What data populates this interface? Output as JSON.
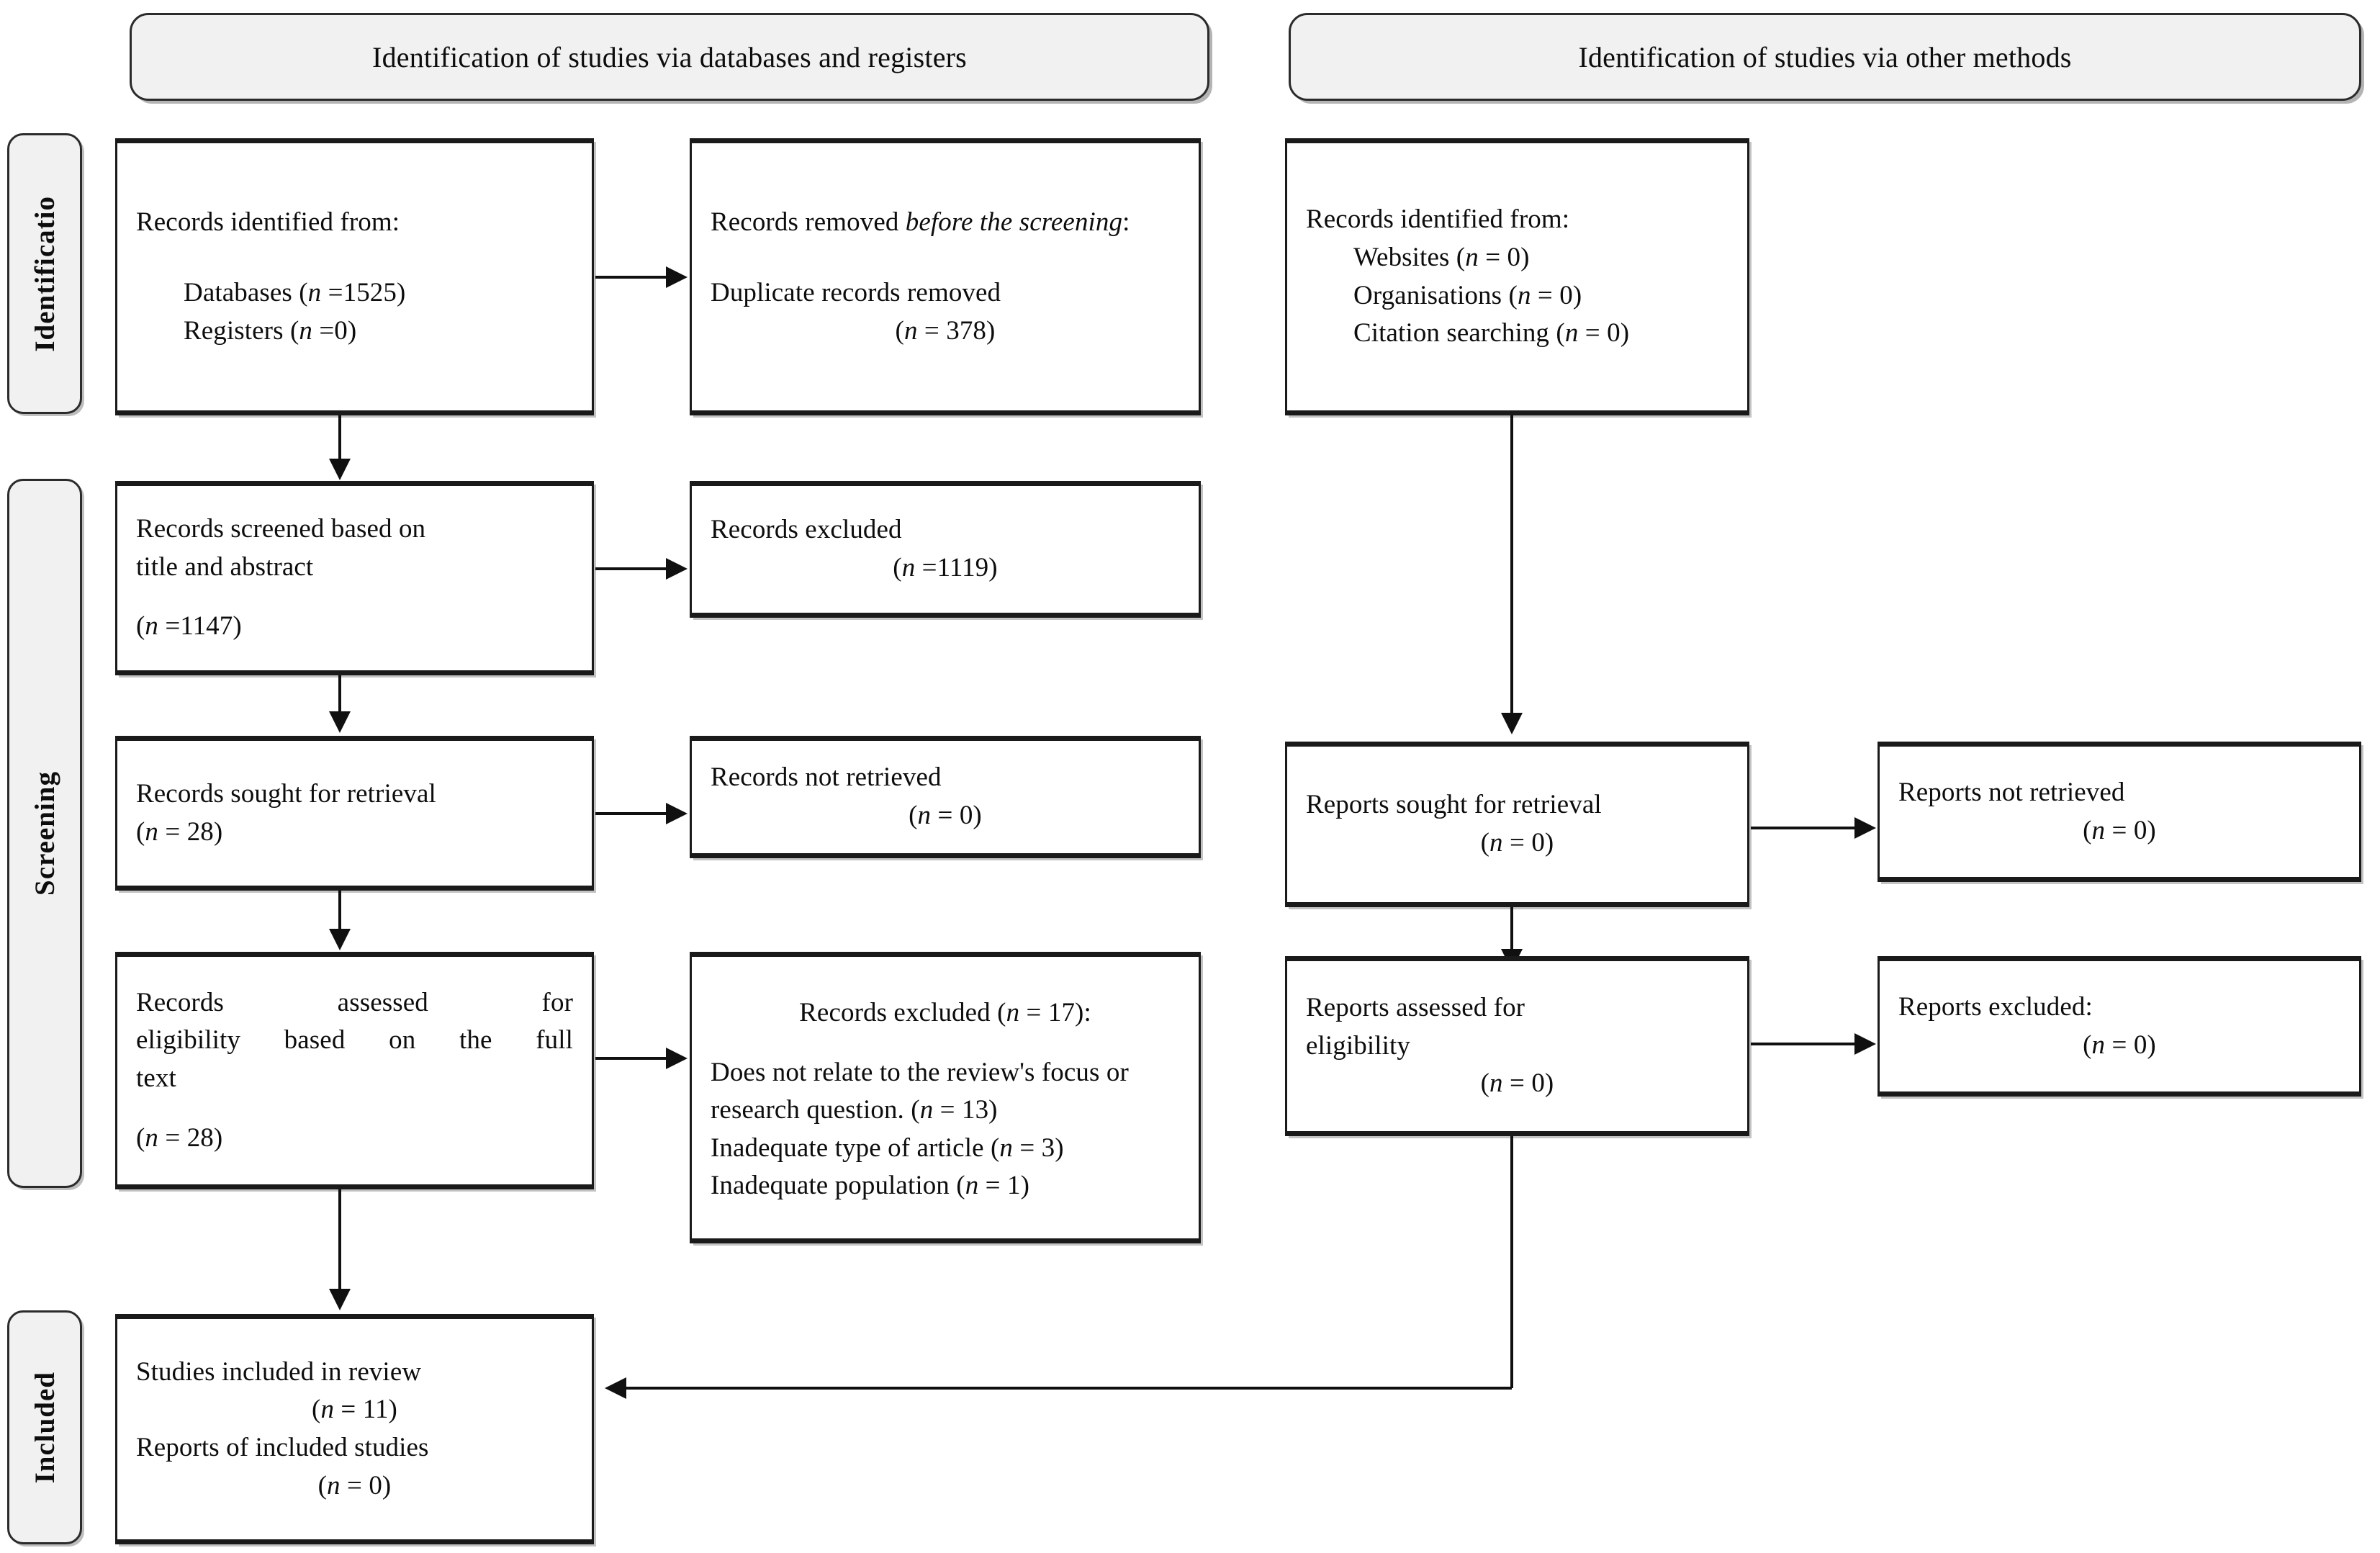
{
  "diagram": {
    "title": "PRISMA flow diagram",
    "headers": {
      "left": "Identification of studies via databases and registers",
      "right": "Identification of studies via other methods"
    },
    "stages": {
      "identification": "Identificatio",
      "screening": "Screening",
      "included": "Included"
    },
    "left_column": {
      "identified": {
        "heading": "Records identified from:",
        "item1_label": "Databases (",
        "item1_n": "n",
        "item1_value": " =1525)",
        "item2_label": "Registers (",
        "item2_n": "n",
        "item2_value": " =0)"
      },
      "removed": {
        "line1_a": "Records removed ",
        "line1_b": "before the screening",
        "line1_c": ":",
        "line2": "Duplicate records removed",
        "line3_open": "(",
        "line3_n": "n",
        "line3_value": " = 378)"
      },
      "screened": {
        "line1": "Records screened based on",
        "line2": "title and abstract",
        "line3_open": "(",
        "line3_n": "n",
        "line3_value": " =1147)"
      },
      "excluded_screen": {
        "line1": "Records excluded",
        "line2_open": "(",
        "line2_n": "n",
        "line2_value": " =1119)"
      },
      "sought": {
        "line1": "Records sought for retrieval",
        "line2_open": "(",
        "line2_n": "n",
        "line2_value": " = 28)"
      },
      "not_retrieved": {
        "line1": "Records not retrieved",
        "line2_open": "(",
        "line2_n": "n",
        "line2_value": " = 0)"
      },
      "assessed": {
        "line1": "Records assessed for",
        "line2": "eligibility based on the full",
        "line3": "text",
        "line4_open": "(",
        "line4_n": "n",
        "line4_value": " = 28)"
      },
      "excluded_full": {
        "heading_a": "Records excluded (",
        "heading_n": "n",
        "heading_b": " = 17):",
        "reason1_a": "Does not relate to the review's focus or research question. (",
        "reason1_n": "n",
        "reason1_b": " = 13)",
        "reason2_a": "Inadequate type of article (",
        "reason2_n": "n",
        "reason2_b": " = 3)",
        "reason3_a": "Inadequate population (",
        "reason3_n": "n",
        "reason3_b": " = 1)"
      },
      "included": {
        "line1": "Studies included in review",
        "line2_open": "(",
        "line2_n": "n",
        "line2_value": " = 11)",
        "line3": "Reports of included studies",
        "line4_open": "(",
        "line4_n": "n",
        "line4_value": " = 0)"
      }
    },
    "right_column": {
      "identified": {
        "heading": "Records identified from:",
        "item1_a": "Websites (",
        "item1_n": "n",
        "item1_b": " = 0)",
        "item2_a": "Organisations (",
        "item2_n": "n",
        "item2_b": " = 0)",
        "item3_a": "Citation searching (",
        "item3_n": "n",
        "item3_b": " = 0)"
      },
      "sought": {
        "line1": "Reports sought for retrieval",
        "line2_open": "(",
        "line2_n": "n",
        "line2_value": " = 0)"
      },
      "not_retrieved": {
        "line1": "Reports not retrieved",
        "line2_open": "(",
        "line2_n": "n",
        "line2_value": " = 0)"
      },
      "assessed": {
        "line1": "Reports assessed for",
        "line2": "eligibility",
        "line3_open": "(",
        "line3_n": "n",
        "line3_value": " = 0)"
      },
      "excluded": {
        "line1": "Reports excluded:",
        "line2_open": "(",
        "line2_n": "n",
        "line2_value": " = 0)"
      }
    },
    "colors": {
      "pill_fill": "#f1f1f1",
      "border": "#1a1a1a",
      "text": "#0d0d0d",
      "line": "#101010"
    }
  }
}
